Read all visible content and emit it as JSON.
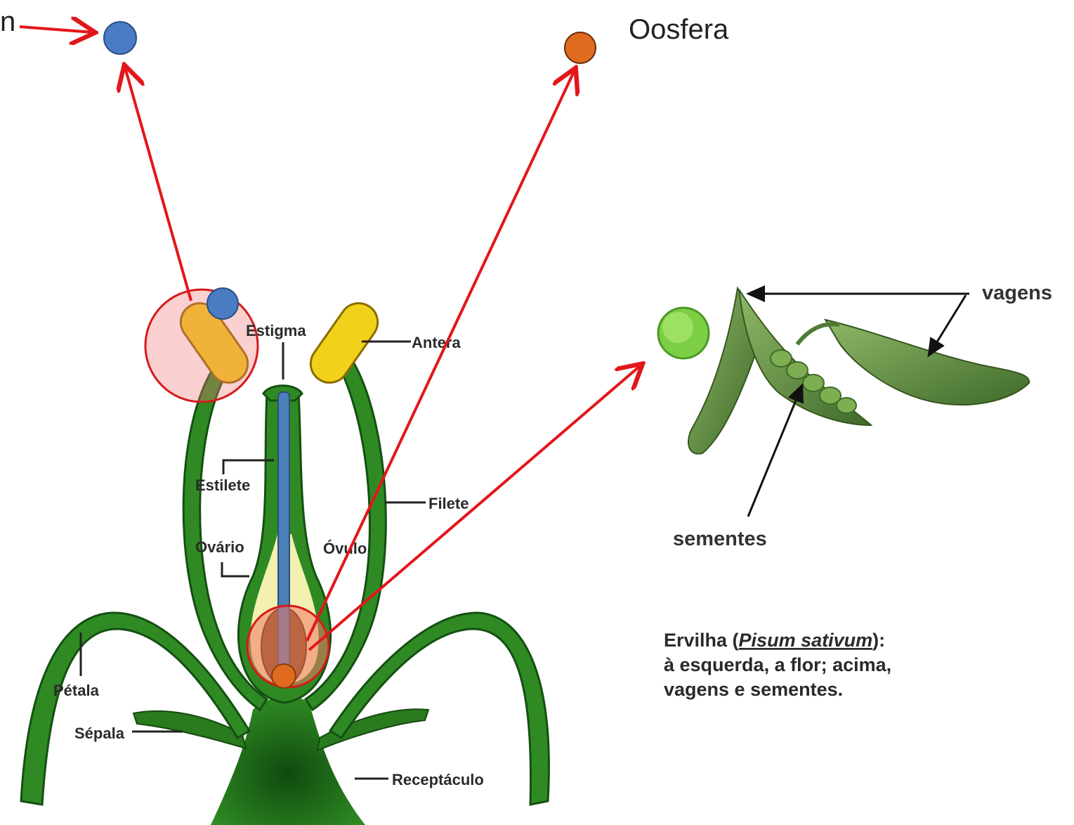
{
  "labels": {
    "n": "n",
    "oosfera": "Oosfera",
    "estigma": "Estigma",
    "antera": "Antera",
    "estilete": "Estilete",
    "filete": "Filete",
    "ovario": "Ovário",
    "ovulo": "Óvulo",
    "petala": "Pétala",
    "sepala": "Sépala",
    "receptaculo": "Receptáculo",
    "vagens": "vagens",
    "sementes": "sementes"
  },
  "caption": {
    "line1_prefix": "Ervilha (",
    "line1_species": "Pisum sativum",
    "line1_suffix": "):",
    "line2": "à esquerda, a flor; acima,",
    "line3": "vagens e sementes."
  },
  "colors": {
    "arrow": "#e3161b",
    "pollen": "#4a7cc4",
    "egg": "#e06a1e",
    "pea": "#7ccf45",
    "petal": "#2f8a23",
    "anther": "#f2d11a",
    "style": "#4b7fb8"
  }
}
